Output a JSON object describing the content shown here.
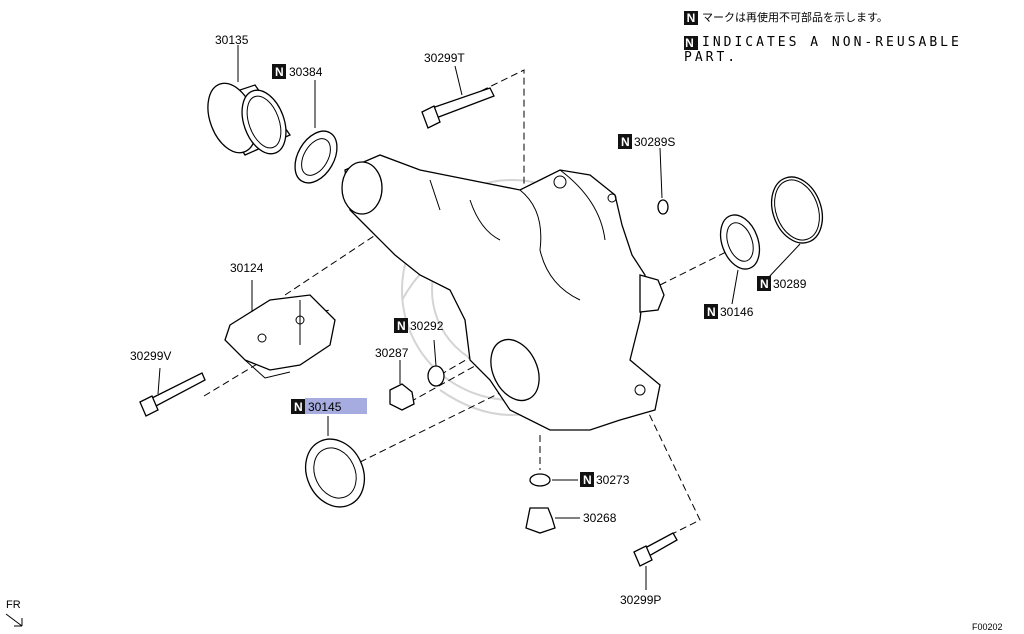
{
  "legend": {
    "n_mark": "N",
    "japanese": "マークは再使用不可部品を示します。",
    "english": "INDICATES A NON-REUSABLE PART."
  },
  "parts": {
    "p30135": {
      "number": "30135",
      "non_reusable": false
    },
    "p30384": {
      "number": "30384",
      "non_reusable": true
    },
    "p30299T": {
      "number": "30299T",
      "non_reusable": false
    },
    "p30289S": {
      "number": "30289S",
      "non_reusable": true
    },
    "p30289": {
      "number": "30289",
      "non_reusable": true
    },
    "p30146": {
      "number": "30146",
      "non_reusable": true
    },
    "p30124": {
      "number": "30124",
      "non_reusable": false
    },
    "p30299V": {
      "number": "30299V",
      "non_reusable": false
    },
    "p30292": {
      "number": "30292",
      "non_reusable": true
    },
    "p30287": {
      "number": "30287",
      "non_reusable": false
    },
    "p30145": {
      "number": "30145",
      "non_reusable": true,
      "highlighted": true
    },
    "p30273": {
      "number": "30273",
      "non_reusable": true
    },
    "p30268": {
      "number": "30268",
      "non_reusable": false
    },
    "p30299P": {
      "number": "30299P",
      "non_reusable": false
    }
  },
  "direction_label": "FR",
  "figure_code": "F00202",
  "colors": {
    "highlight": "#a6acdf",
    "badge": "#111111",
    "watermark": "#d4d4d4"
  }
}
